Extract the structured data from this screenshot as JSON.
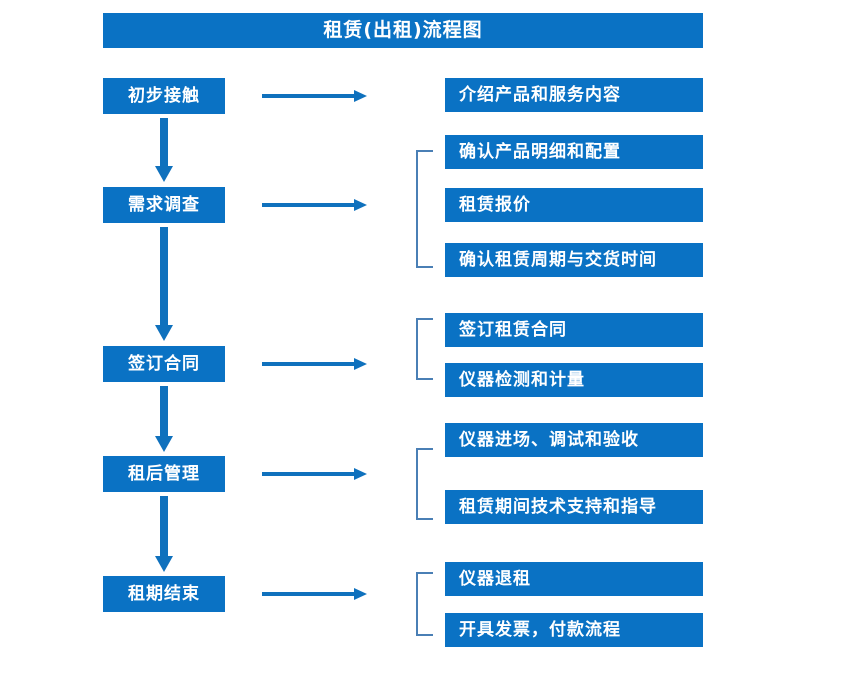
{
  "diagram": {
    "title": "租赁(出租)流程图",
    "colors": {
      "box_fill": "#0a72c4",
      "box_text": "#ffffff",
      "arrow": "#0f71bd",
      "bracket": "#4a7fb5",
      "background": "#ffffff"
    },
    "stages": [
      {
        "label": "初步接触"
      },
      {
        "label": "需求调查"
      },
      {
        "label": "签订合同"
      },
      {
        "label": "租后管理"
      },
      {
        "label": "租期结束"
      }
    ],
    "details": [
      {
        "label": "介绍产品和服务内容"
      },
      {
        "label": "确认产品明细和配置"
      },
      {
        "label": "租赁报价"
      },
      {
        "label": "确认租赁周期与交货时间"
      },
      {
        "label": "签订租赁合同"
      },
      {
        "label": "仪器检测和计量"
      },
      {
        "label": "仪器进场、调试和验收"
      },
      {
        "label": "租赁期间技术支持和指导"
      },
      {
        "label": "仪器退租"
      },
      {
        "label": "开具发票，付款流程"
      }
    ],
    "icons": {
      "right_arrow": "right-arrow-icon",
      "down_arrow": "down-arrow-icon",
      "group_bracket": "group-bracket-icon"
    }
  }
}
